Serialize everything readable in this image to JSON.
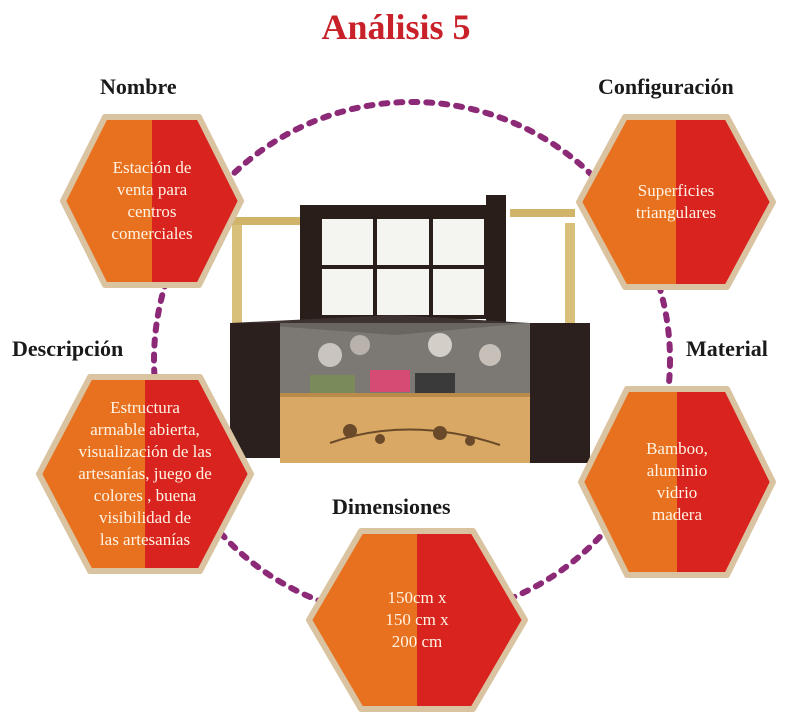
{
  "title": "Análisis 5",
  "colors": {
    "title": "#c8212a",
    "hex_left": "#e8711f",
    "hex_right": "#d9231e",
    "hex_border": "#d9c3a0",
    "circle_dots": "#8c2a77",
    "hex_text": "#fff3e4"
  },
  "nodes": {
    "nombre": {
      "label": "Nombre",
      "text": "Estación de\nventa para\ncentros\ncomerciales"
    },
    "configuracion": {
      "label": "Configuración",
      "text": "Superficies\ntriangulares"
    },
    "descripcion": {
      "label": "Descripción",
      "text": "Estructura\narmable abierta,\nvisualización de las\nartesanías, juego de\ncolores , buena\nvisibilidad de\nlas artesanías"
    },
    "material": {
      "label": "Material",
      "text": "Bamboo,\naluminio\nvidrio\nmadera"
    },
    "dimensiones": {
      "label": "Dimensiones",
      "text": "150cm x\n150 cm x\n200 cm"
    }
  },
  "center_image": {
    "icon": "kiosk-image"
  }
}
